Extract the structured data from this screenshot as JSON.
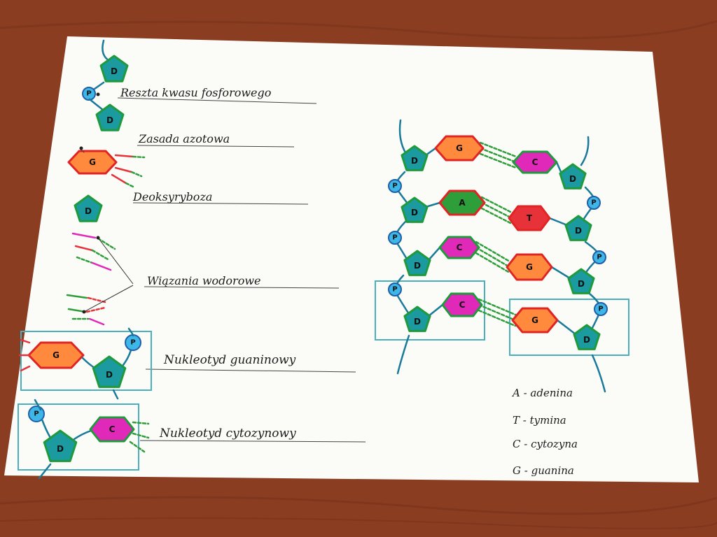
{
  "labels": {
    "phosphate": "Reszta kwasu fosforowego",
    "base": "Zasada azotowa",
    "sugar": "Deoksyryboza",
    "hbonds": "Wiązania wodorowe",
    "guanine_nucleotide": "Nukleotyd guaninowy",
    "cytosine_nucleotide": "Nukleotyd cytozynowy"
  },
  "symbols": {
    "deoxyribose": "D",
    "phosphate": "P",
    "adenine": "A",
    "thymine": "T",
    "cytosine": "C",
    "guanine": "G"
  },
  "legend": [
    {
      "text": "A - adenina"
    },
    {
      "text": "T - tymina"
    },
    {
      "text": "C - cytozyna"
    },
    {
      "text": "G - guanina"
    }
  ],
  "colors": {
    "deoxyribose": "#1b9aa0",
    "phosphate": "#3fb6e8",
    "guanine": "#ff8a3d",
    "cytosine": "#e029b8",
    "adenine": "#2e9e3a",
    "thymine": "#e8323a",
    "outline_green": "#1e9a3c",
    "outline_red": "#e02424",
    "backbone": "#1a7a9a",
    "box": "#4ab0bd",
    "paper": "#fbfbf8",
    "wood": "#8a3c22"
  }
}
